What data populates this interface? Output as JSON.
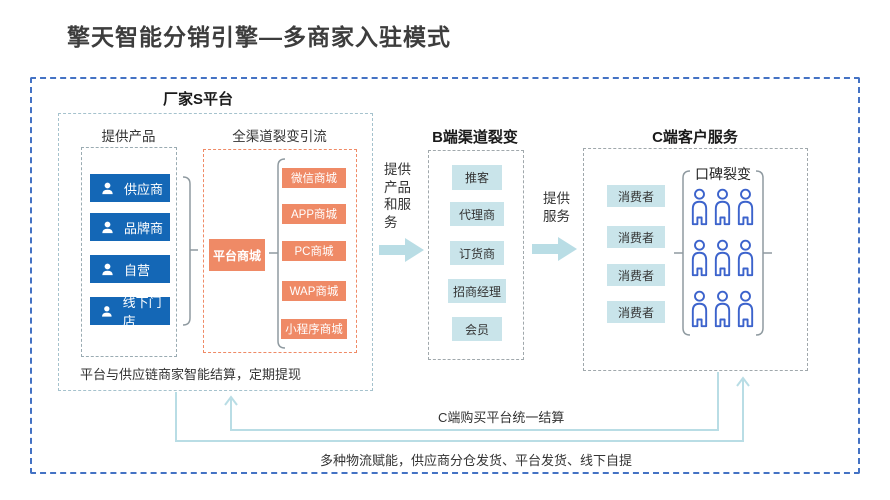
{
  "title": "擎天智能分销引擎—多商家入驻模式",
  "factory": {
    "label": "厂家S平台",
    "provide": {
      "label": "提供产品",
      "items": [
        "供应商",
        "品牌商",
        "自营",
        "线下门店"
      ]
    },
    "channels": {
      "label": "全渠道裂变引流",
      "hub": "平台商城",
      "items": [
        "微信商城",
        "APP商城",
        "PC商城",
        "WAP商城",
        "小程序商城"
      ]
    },
    "note": "平台与供应链商家智能结算，定期提现"
  },
  "flow": {
    "arrow1": "提供产品和服务",
    "arrow2": "提供服务"
  },
  "b_channel": {
    "label": "B端渠道裂变",
    "items": [
      "推客",
      "代理商",
      "订货商",
      "招商经理",
      "会员"
    ]
  },
  "c_service": {
    "label": "C端客户服务",
    "consumers": [
      "消费者",
      "消费者",
      "消费者",
      "消费者"
    ],
    "fission": "口碑裂变"
  },
  "feedback": {
    "settlement": "C端购买平台统一结算",
    "logistics": "多种物流赋能，供应商分仓发货、平台发货、线下自提"
  },
  "colors": {
    "primary_blue": "#1467b6",
    "accent_orange": "#ef8a66",
    "light_blue": "#c9e4ea",
    "arrow_blue": "#b9dde5",
    "person_blue": "#3c63cc",
    "border_blue": "#4472c4"
  }
}
